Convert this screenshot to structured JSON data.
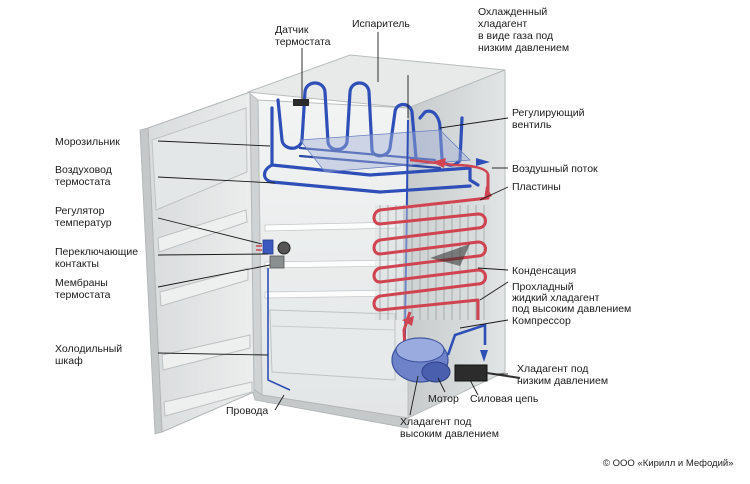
{
  "labels": {
    "datchik": [
      "Датчик",
      "термостата"
    ],
    "isparitel": [
      "Испаритель"
    ],
    "ohlazhdenny": [
      "Охлажденный",
      "хладагент",
      "в виде газа под",
      "низким давлением"
    ],
    "reguliruyushchiy": [
      "Регулирующий",
      "вентиль"
    ],
    "morozilnik": [
      "Морозильник"
    ],
    "vozduhovod": [
      "Воздуховод",
      "термостата"
    ],
    "vozdushny_potok": [
      "Воздушный поток"
    ],
    "plastiny": [
      "Пластины"
    ],
    "regulyator": [
      "Регулятор",
      "температур"
    ],
    "pereklyuchayushchie": [
      "Переключающие",
      "контакты"
    ],
    "membrany": [
      "Мембраны",
      "термостата"
    ],
    "kondensaciya": [
      "Конденсация"
    ],
    "prohladny": [
      "Прохладный",
      "жидкий хладагент",
      "под высоким давлением"
    ],
    "kompressor": [
      "Компрессор"
    ],
    "holodilny": [
      "Холодильный",
      "шкаф"
    ],
    "hladagent_nizk": [
      "Хладагент под",
      "низким давлением"
    ],
    "provoda": [
      "Провода"
    ],
    "motor": [
      "Мотор"
    ],
    "silovaya": [
      "Силовая цепь"
    ],
    "hladagent_vys": [
      "Хладагент под",
      "высоким давлением"
    ]
  },
  "credit": "© ООО «Кирилл и Мефодий»",
  "colors": {
    "cold_line": "#2f4fb8",
    "hot_line": "#cf4450",
    "cabinet": "#dfe2e2",
    "shadow": "#c9cdcd",
    "interior": "#eef0f0"
  }
}
